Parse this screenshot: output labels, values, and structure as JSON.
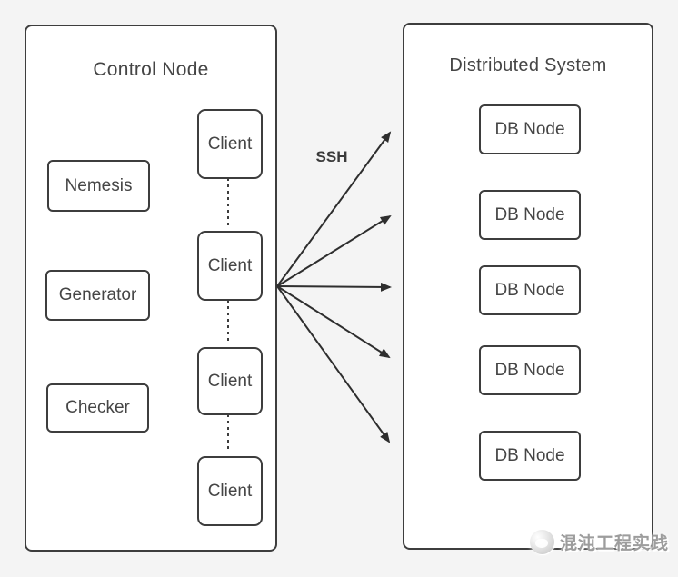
{
  "control": {
    "title": "Control Node",
    "modules": [
      "Nemesis",
      "Generator",
      "Checker"
    ],
    "clients": [
      "Client",
      "Client",
      "Client",
      "Client"
    ]
  },
  "link": {
    "label": "SSH"
  },
  "distributed": {
    "title": "Distributed System",
    "db_nodes": [
      "DB Node",
      "DB Node",
      "DB Node",
      "DB Node",
      "DB Node"
    ]
  },
  "watermark": {
    "icon": "chaos-logo-icon",
    "text": "混沌工程实践"
  },
  "colors": {
    "background": "#f4f4f4",
    "box_fill": "#ffffff",
    "border": "#3d3d3d",
    "text": "#454545",
    "arrow": "#2e2e2e",
    "watermark_text": "#9d9d9d"
  }
}
